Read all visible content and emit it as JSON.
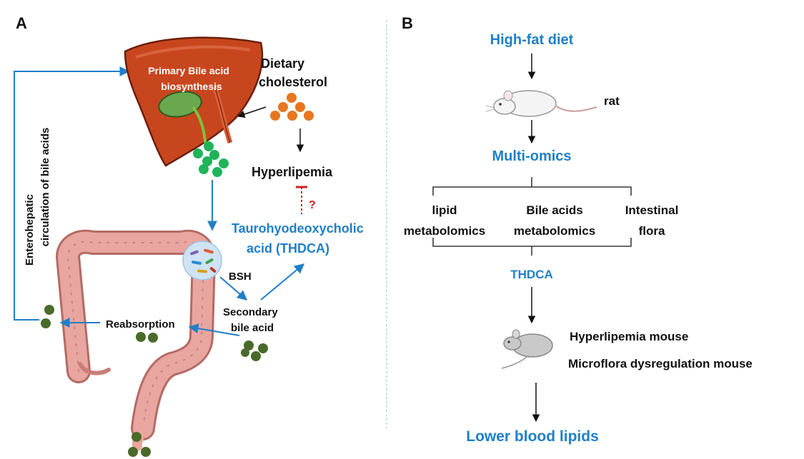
{
  "panel_a": {
    "letter": "A",
    "liver_label_line1": "Primary Bile acid",
    "liver_label_line2": "biosynthesis",
    "dietary_line1": "Dietary",
    "dietary_line2": "cholesterol",
    "hyperlipemia": "Hyperlipemia",
    "question_mark": "?",
    "thdca_line1": "Taurohyodeoxycholic",
    "thdca_line2": "acid (THDCA)",
    "bsh": "BSH",
    "secondary_line1": "Secondary",
    "secondary_line2": "bile acid",
    "reabsorption": "Reabsorption",
    "enterohepatic_line1": "Enterohepatic",
    "enterohepatic_line2": "circulation of bile acids"
  },
  "panel_b": {
    "letter": "B",
    "high_fat_diet": "High-fat diet",
    "rat": "rat",
    "multi_omics": "Multi-omics",
    "lipid_line1": "lipid",
    "lipid_line2": "metabolomics",
    "bile_line1": "Bile acids",
    "bile_line2": "metabolomics",
    "flora_line1": "Intestinal",
    "flora_line2": "flora",
    "thdca": "THDCA",
    "hyperlipemia_mouse": "Hyperlipemia mouse",
    "microflora_mouse": "Microflora dysregulation mouse",
    "lower_blood_lipids": "Lower blood lipids"
  },
  "colors": {
    "blue_text": "#1f7fc8",
    "liver": "#c8461e",
    "gallbladder": "#6aa84f",
    "intestine": "#e9a6a0",
    "cholesterol_dots": "#e8761e",
    "bile_dots": "#1fb35a",
    "reabsorb_dots": "#4a6a2a",
    "inhibit_red": "#cc2222"
  }
}
